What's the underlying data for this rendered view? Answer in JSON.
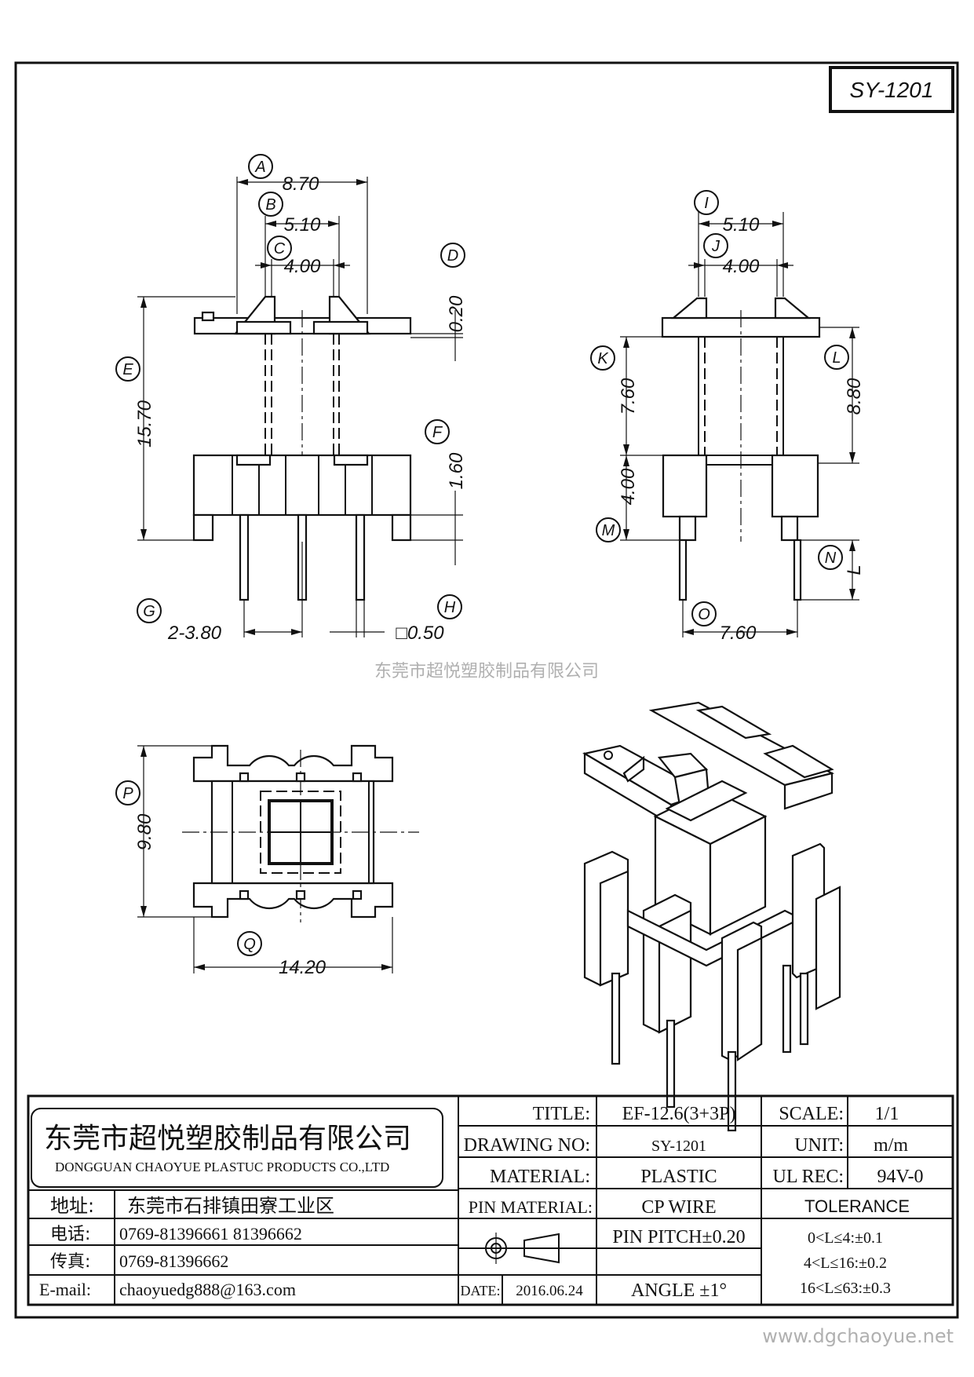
{
  "part_number": "SY-1201",
  "watermark_mid": "东莞市超悦塑胶制品有限公司",
  "watermark_url": "www.dgchaoyue.net",
  "dimensions": {
    "A": "8.70",
    "B": "5.10",
    "C": "4.00",
    "D": "0.20",
    "E": "15.70",
    "F": "1.60",
    "G": "2-3.80",
    "H": "□0.50",
    "I": "5.10",
    "J": "4.00",
    "K": "7.60",
    "L": "8.80",
    "M": "4.00",
    "N": "L",
    "O": "7.60",
    "P": "9.80",
    "Q": "14.20"
  },
  "callouts": [
    "A",
    "B",
    "C",
    "D",
    "E",
    "F",
    "G",
    "H",
    "I",
    "J",
    "K",
    "L",
    "M",
    "N",
    "O",
    "P",
    "Q"
  ],
  "company": {
    "name_cn": "东莞市超悦塑胶制品有限公司",
    "name_en": "DONGGUAN CHAOYUE PLASTUC PRODUCTS CO.,LTD",
    "address_label": "地址:",
    "address": "东莞市石排镇田寮工业区",
    "phone_label": "电话:",
    "phone": "0769-81396661   81396662",
    "fax_label": "传真:",
    "fax": "0769-81396662",
    "email_label": "E-mail:",
    "email": "chaoyuedg888@163.com"
  },
  "title_block": {
    "title_label": "TITLE:",
    "title_value": "EF-12.6(3+3P)",
    "scale_label": "SCALE:",
    "scale_value": "1/1",
    "drawing_no_label": "DRAWING NO:",
    "drawing_no_value": "SY-1201",
    "unit_label": "UNIT:",
    "unit_value": "m/m",
    "material_label": "MATERIAL:",
    "material_value": "PLASTIC",
    "ul_label": "UL REC:",
    "ul_value": "94V-0",
    "pin_material_label": "PIN MATERIAL:",
    "pin_material_value": "CP WIRE",
    "tolerance_label": "TOLERANCE",
    "pin_pitch": "PIN PITCH±0.20",
    "angle": "ANGLE  ±1°",
    "date_label": "DATE:",
    "date_value": "2016.06.24",
    "tolerance_rows": [
      "0<L≤4:±0.1",
      "4<L≤16:±0.2",
      "16<L≤63:±0.3"
    ]
  }
}
